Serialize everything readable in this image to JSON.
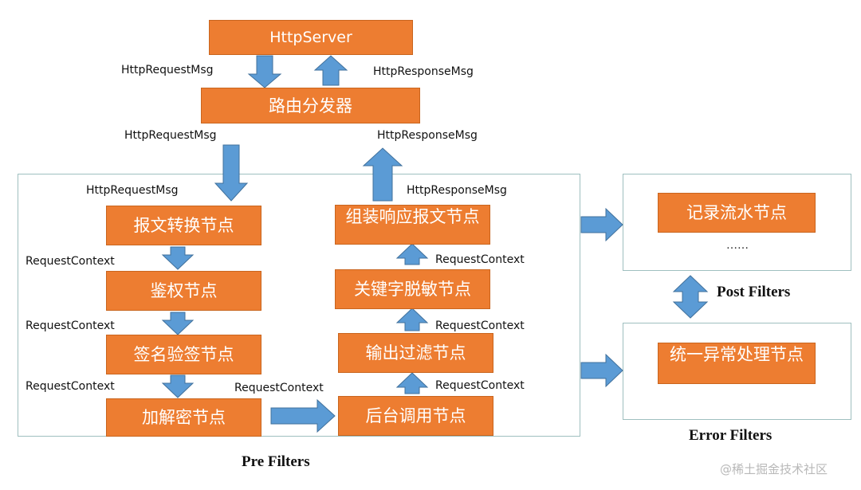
{
  "colors": {
    "node_fill": "#ED7D31",
    "node_text": "#FFFFFF",
    "arrow_fill": "#5B9BD5",
    "panel_border": "#9FBFBF"
  },
  "top": {
    "server": "HttpServer",
    "router": "路由分发器",
    "req_msg_1": "HttpRequestMsg",
    "resp_msg_1": "HttpResponseMsg",
    "req_msg_2": "HttpRequestMsg",
    "resp_msg_2": "HttpResponseMsg"
  },
  "pre_filters": {
    "title": "Pre Filters",
    "req_msg": "HttpRequestMsg",
    "resp_msg": "HttpResponseMsg",
    "left_nodes": [
      "报文转换节点",
      "鉴权节点",
      "签名验签节点",
      "加解密节点"
    ],
    "right_nodes": [
      "组装响应报文节点",
      "关键字脱敏节点",
      "输出过滤节点",
      "后台调用节点"
    ],
    "context_label": "RequestContext"
  },
  "post_filters": {
    "title": "Post Filters",
    "node": "记录流水节点",
    "ellipsis": "……"
  },
  "error_filters": {
    "title": "Error Filters",
    "node": "统一异常处理节点"
  },
  "watermark": "@稀土掘金技术社区"
}
